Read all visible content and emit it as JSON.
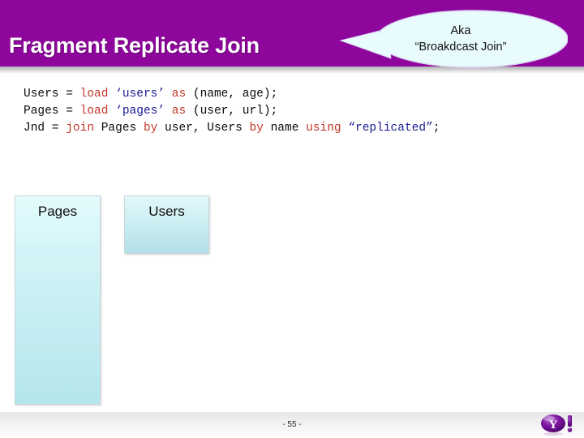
{
  "slide": {
    "title": "Fragment Replicate Join",
    "page_number": "- 55 -",
    "banner_color": "#8e069b",
    "title_color": "#ffffff"
  },
  "callout": {
    "line1": "Aka",
    "line2": "“Broakdcast Join”",
    "fill_color": "#e8fbfd",
    "stroke_color": "#d9ccef"
  },
  "code": {
    "lines": [
      {
        "tokens": [
          {
            "text": "Users = ",
            "style": "plain"
          },
          {
            "text": "load",
            "style": "kw"
          },
          {
            "text": " ",
            "style": "plain"
          },
          {
            "text": "‘users’",
            "style": "str"
          },
          {
            "text": " ",
            "style": "plain"
          },
          {
            "text": "as",
            "style": "kw"
          },
          {
            "text": " (name, age);",
            "style": "plain"
          }
        ]
      },
      {
        "tokens": [
          {
            "text": "Pages = ",
            "style": "plain"
          },
          {
            "text": "load",
            "style": "kw"
          },
          {
            "text": " ",
            "style": "plain"
          },
          {
            "text": "‘pages’",
            "style": "str"
          },
          {
            "text": " ",
            "style": "plain"
          },
          {
            "text": "as",
            "style": "kw"
          },
          {
            "text": " (user, url);",
            "style": "plain"
          }
        ]
      },
      {
        "tokens": [
          {
            "text": "Jnd = ",
            "style": "plain"
          },
          {
            "text": "join",
            "style": "kw"
          },
          {
            "text": " Pages ",
            "style": "plain"
          },
          {
            "text": "by",
            "style": "kw"
          },
          {
            "text": " user, Users ",
            "style": "plain"
          },
          {
            "text": "by",
            "style": "kw"
          },
          {
            "text": " name ",
            "style": "plain"
          },
          {
            "text": "using",
            "style": "kw"
          },
          {
            "text": " ",
            "style": "plain"
          },
          {
            "text": "“replicated”",
            "style": "str"
          },
          {
            "text": ";",
            "style": "plain"
          }
        ]
      }
    ],
    "keyword_color": "#c0392b",
    "string_color": "#1b1b8f",
    "plain_color": "#0b0b0b"
  },
  "diagram": {
    "boxes": [
      {
        "id": "pages",
        "label": "Pages"
      },
      {
        "id": "users",
        "label": "Users"
      }
    ]
  },
  "branding": {
    "logo_name": "yahoo-logo",
    "logo_color": "#6c0f8f"
  }
}
